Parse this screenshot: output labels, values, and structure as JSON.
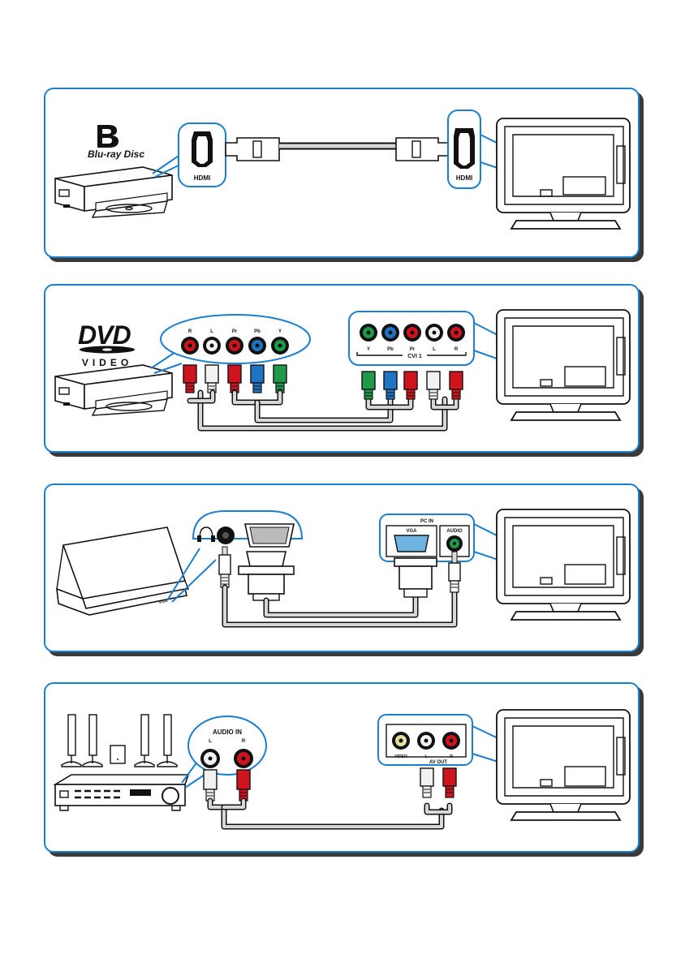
{
  "colors": {
    "panel_border": "#1a7fd0",
    "red": "#d0141e",
    "white": "#f2f2f2",
    "green": "#1f9a4a",
    "blue": "#1f74c4",
    "yellow": "#e2e0a2",
    "vga_blue": "#6fb4e0"
  },
  "panel1": {
    "logo_line2": "Blu-ray Disc",
    "port_left": "HDMI",
    "port_right": "HDMI"
  },
  "panel2": {
    "logo_main": "DVD",
    "logo_sub": "VIDEO",
    "source_jacks": [
      "R",
      "L",
      "Pr",
      "Pb",
      "Y"
    ],
    "tv_jacks": [
      "Y",
      "Pb",
      "Pr",
      "L",
      "R"
    ],
    "tv_group_label": "CVI 1"
  },
  "panel3": {
    "tv_group_label": "PC IN",
    "vga_label": "VGA",
    "audio_label": "AUDIO",
    "laptop_port_label": "VGA"
  },
  "panel4": {
    "source_group_label": "AUDIO IN",
    "source_jacks": [
      "L",
      "R"
    ],
    "tv_jacks": [
      "VIDEO",
      "L",
      "R"
    ],
    "tv_group_label": "AV OUT"
  },
  "icons": [
    "bluray-player-icon",
    "dvd-player-icon",
    "laptop-icon",
    "home-theater-icon",
    "tv-back-icon",
    "hdmi-port-icon",
    "vga-port-icon",
    "headphone-icon"
  ]
}
